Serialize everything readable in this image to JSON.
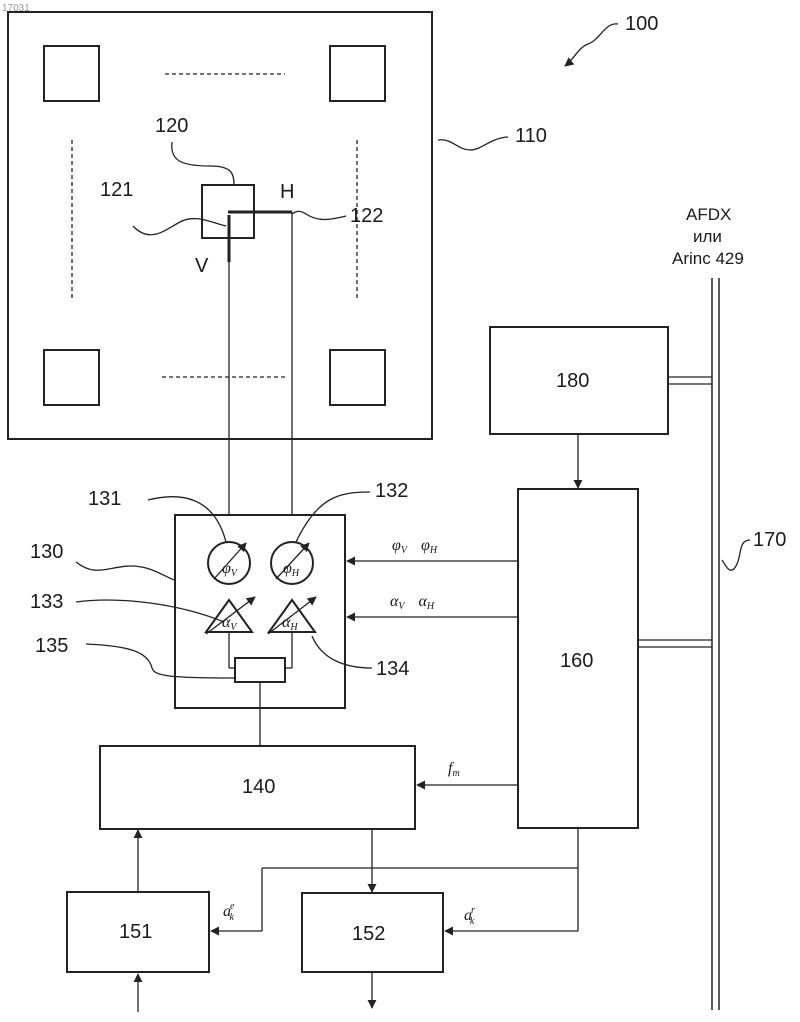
{
  "corner_mark": "17031",
  "labels": {
    "l100": "100",
    "l110": "110",
    "l120": "120",
    "l121": "121",
    "l122": "122",
    "l130": "130",
    "l131": "131",
    "l132": "132",
    "l133": "133",
    "l134": "134",
    "l135": "135",
    "l170": "170",
    "pol_h": "H",
    "pol_v": "V"
  },
  "bus": {
    "line1": "AFDX",
    "line2": "или",
    "line3": "Arinc 429"
  },
  "blocks": {
    "b140": "140",
    "b151": "151",
    "b152": "152",
    "b160": "160",
    "b180": "180"
  },
  "signals": {
    "phi": "φ",
    "alpha": "α",
    "a": "a",
    "f": "f",
    "sub_v": "V",
    "sub_h": "H",
    "sub_m": "m",
    "sub_k": "k",
    "sup_e": "e",
    "sup_r": "r"
  }
}
